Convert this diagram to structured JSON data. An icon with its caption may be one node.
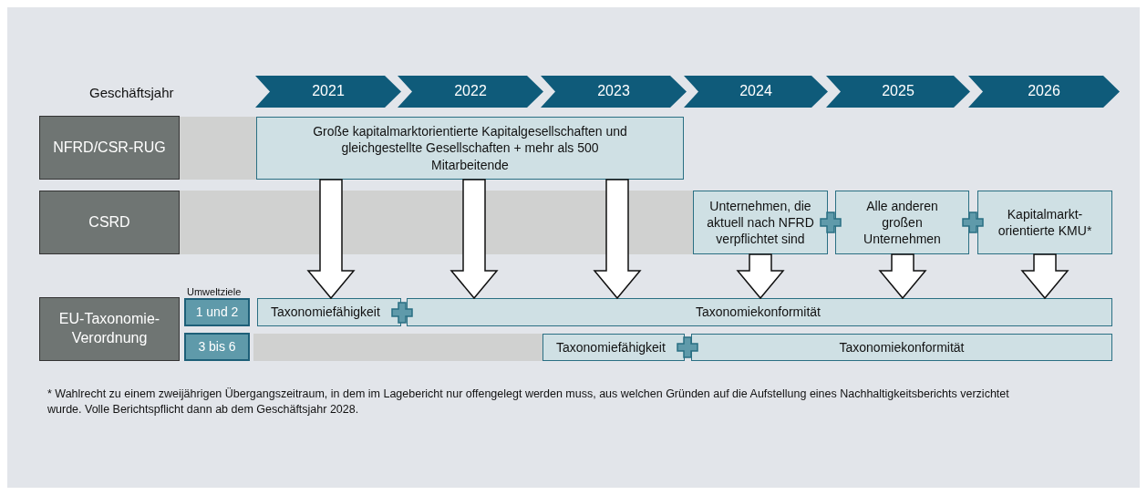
{
  "diagram": {
    "nodes": [
      {
        "text": [
          "2021"
        ]
      },
      {
        "text": [
          "2022"
        ]
      },
      {
        "text": [
          "2023"
        ]
      },
      {
        "text": [
          "2024"
        ]
      },
      {
        "text": [
          "2025"
        ]
      },
      {
        "text": [
          "2026"
        ]
      },
      {
        "text": [
          "NFRD/CSR-RUG"
        ]
      },
      {
        "text": [
          "CSRD"
        ]
      },
      {
        "text": [
          "EU-Taxonomie-Verordnung"
        ]
      },
      {
        "text": [
          "1 und 2"
        ]
      },
      {
        "text": [
          "3 bis 6"
        ]
      },
      {
        "text": [
          "Große kapitalmarktorientierte Kapitalgesellschaften und gleichgestellte Gesellschaften + mehr als 500 Mitarbeitende"
        ]
      },
      {
        "text": [
          "Unternehmen, die aktuell nach NFRD verpflichtet sind"
        ]
      },
      {
        "text": [
          "Alle anderen großen Unternehmen"
        ]
      },
      {
        "text": [
          "Kapitalmarkt-orientierte KMU*"
        ]
      },
      {
        "text": [
          "Taxonomiefähigkeit"
        ]
      },
      {
        "text": [
          "Taxonomiekonformität"
        ]
      },
      {
        "text": [
          "Taxonomiefähigkeit"
        ]
      },
      {
        "text": [
          "Taxonomiekonformität"
        ]
      }
    ],
    "edges": [
      {
        "from": 11,
        "to": 15,
        "arrow": "to",
        "style": "thick"
      },
      {
        "from": 11,
        "to": 16,
        "arrow": "to",
        "style": "thick"
      },
      {
        "from": 11,
        "to": 16,
        "arrow": "to",
        "style": "thick"
      },
      {
        "from": 12,
        "to": 16,
        "arrow": "to",
        "style": "thick"
      },
      {
        "from": 13,
        "to": 16,
        "arrow": "to",
        "style": "thick"
      },
      {
        "from": 14,
        "to": 16,
        "arrow": "to",
        "style": "thick"
      }
    ],
    "labels": [
      "Geschäftsjahr",
      "Umweltziele",
      "* Wahlrecht zu einem zweijährigen Übergangszeitraum, in dem im Lagebericht nur offengelegt werden muss, aus welchen Gründen auf die Aufstellung eines Nachhaltigkeitsberichts verzichtet wurde. Volle Berichtspflicht dann ab dem Geschäftsjahr 2028."
    ]
  }
}
